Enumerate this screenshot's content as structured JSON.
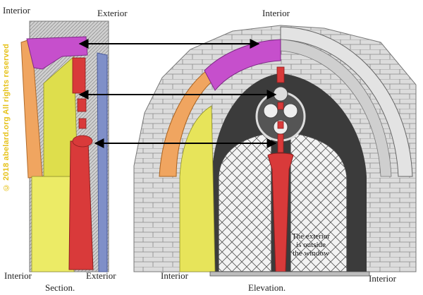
{
  "labels": {
    "section_interior_top": "Interior",
    "section_exterior_top": "Exterior",
    "elevation_interior_top": "Interior",
    "section_interior_bottom": "Interior",
    "section_exterior_bottom": "Exterior",
    "elevation_interior_left": "Interior",
    "elevation_interior_right": "Interior"
  },
  "captions": {
    "section": "Section.",
    "elevation": "Elevation."
  },
  "note": {
    "line1": "The exterior",
    "line2": "is outside",
    "line3": "the window"
  },
  "copyright": "© 2018 abelard.org All rights reserved",
  "colors": {
    "magenta": "#c64fcc",
    "red": "#d93a3a",
    "yellow": "#e7e45a",
    "orange": "#f0a560",
    "blue": "#7f8fc8",
    "stone": "#d9d9d9",
    "copyright": "#e6c21a"
  }
}
